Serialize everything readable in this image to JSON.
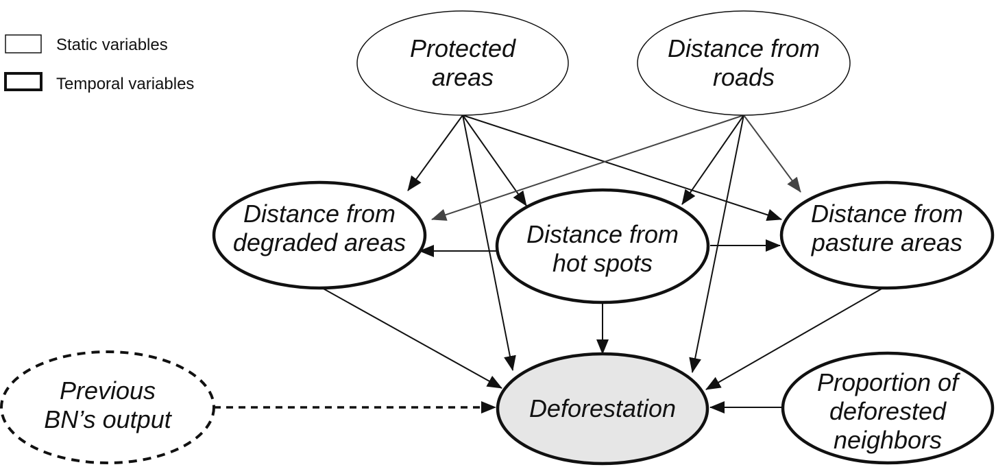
{
  "legend": {
    "static_label": "Static variables",
    "temporal_label": "Temporal variables"
  },
  "nodes": {
    "protected_areas": {
      "line1": "Protected",
      "line2": "areas"
    },
    "distance_roads": {
      "line1": "Distance from",
      "line2": "roads"
    },
    "distance_degraded": {
      "line1": "Distance from",
      "line2": "degraded areas"
    },
    "distance_hotspots": {
      "line1": "Distance from",
      "line2": "hot spots"
    },
    "distance_pasture": {
      "line1": "Distance from",
      "line2": "pasture areas"
    },
    "deforestation": {
      "line1": "Deforestation"
    },
    "previous_output": {
      "line1": "Previous",
      "line2": "BN’s output"
    },
    "proportion_neighbors": {
      "line1": "Proportion of",
      "line2": "deforested",
      "line3": "neighbors"
    }
  },
  "colors": {
    "deforestation_fill": "#e6e6e6",
    "stroke": "#111111"
  }
}
